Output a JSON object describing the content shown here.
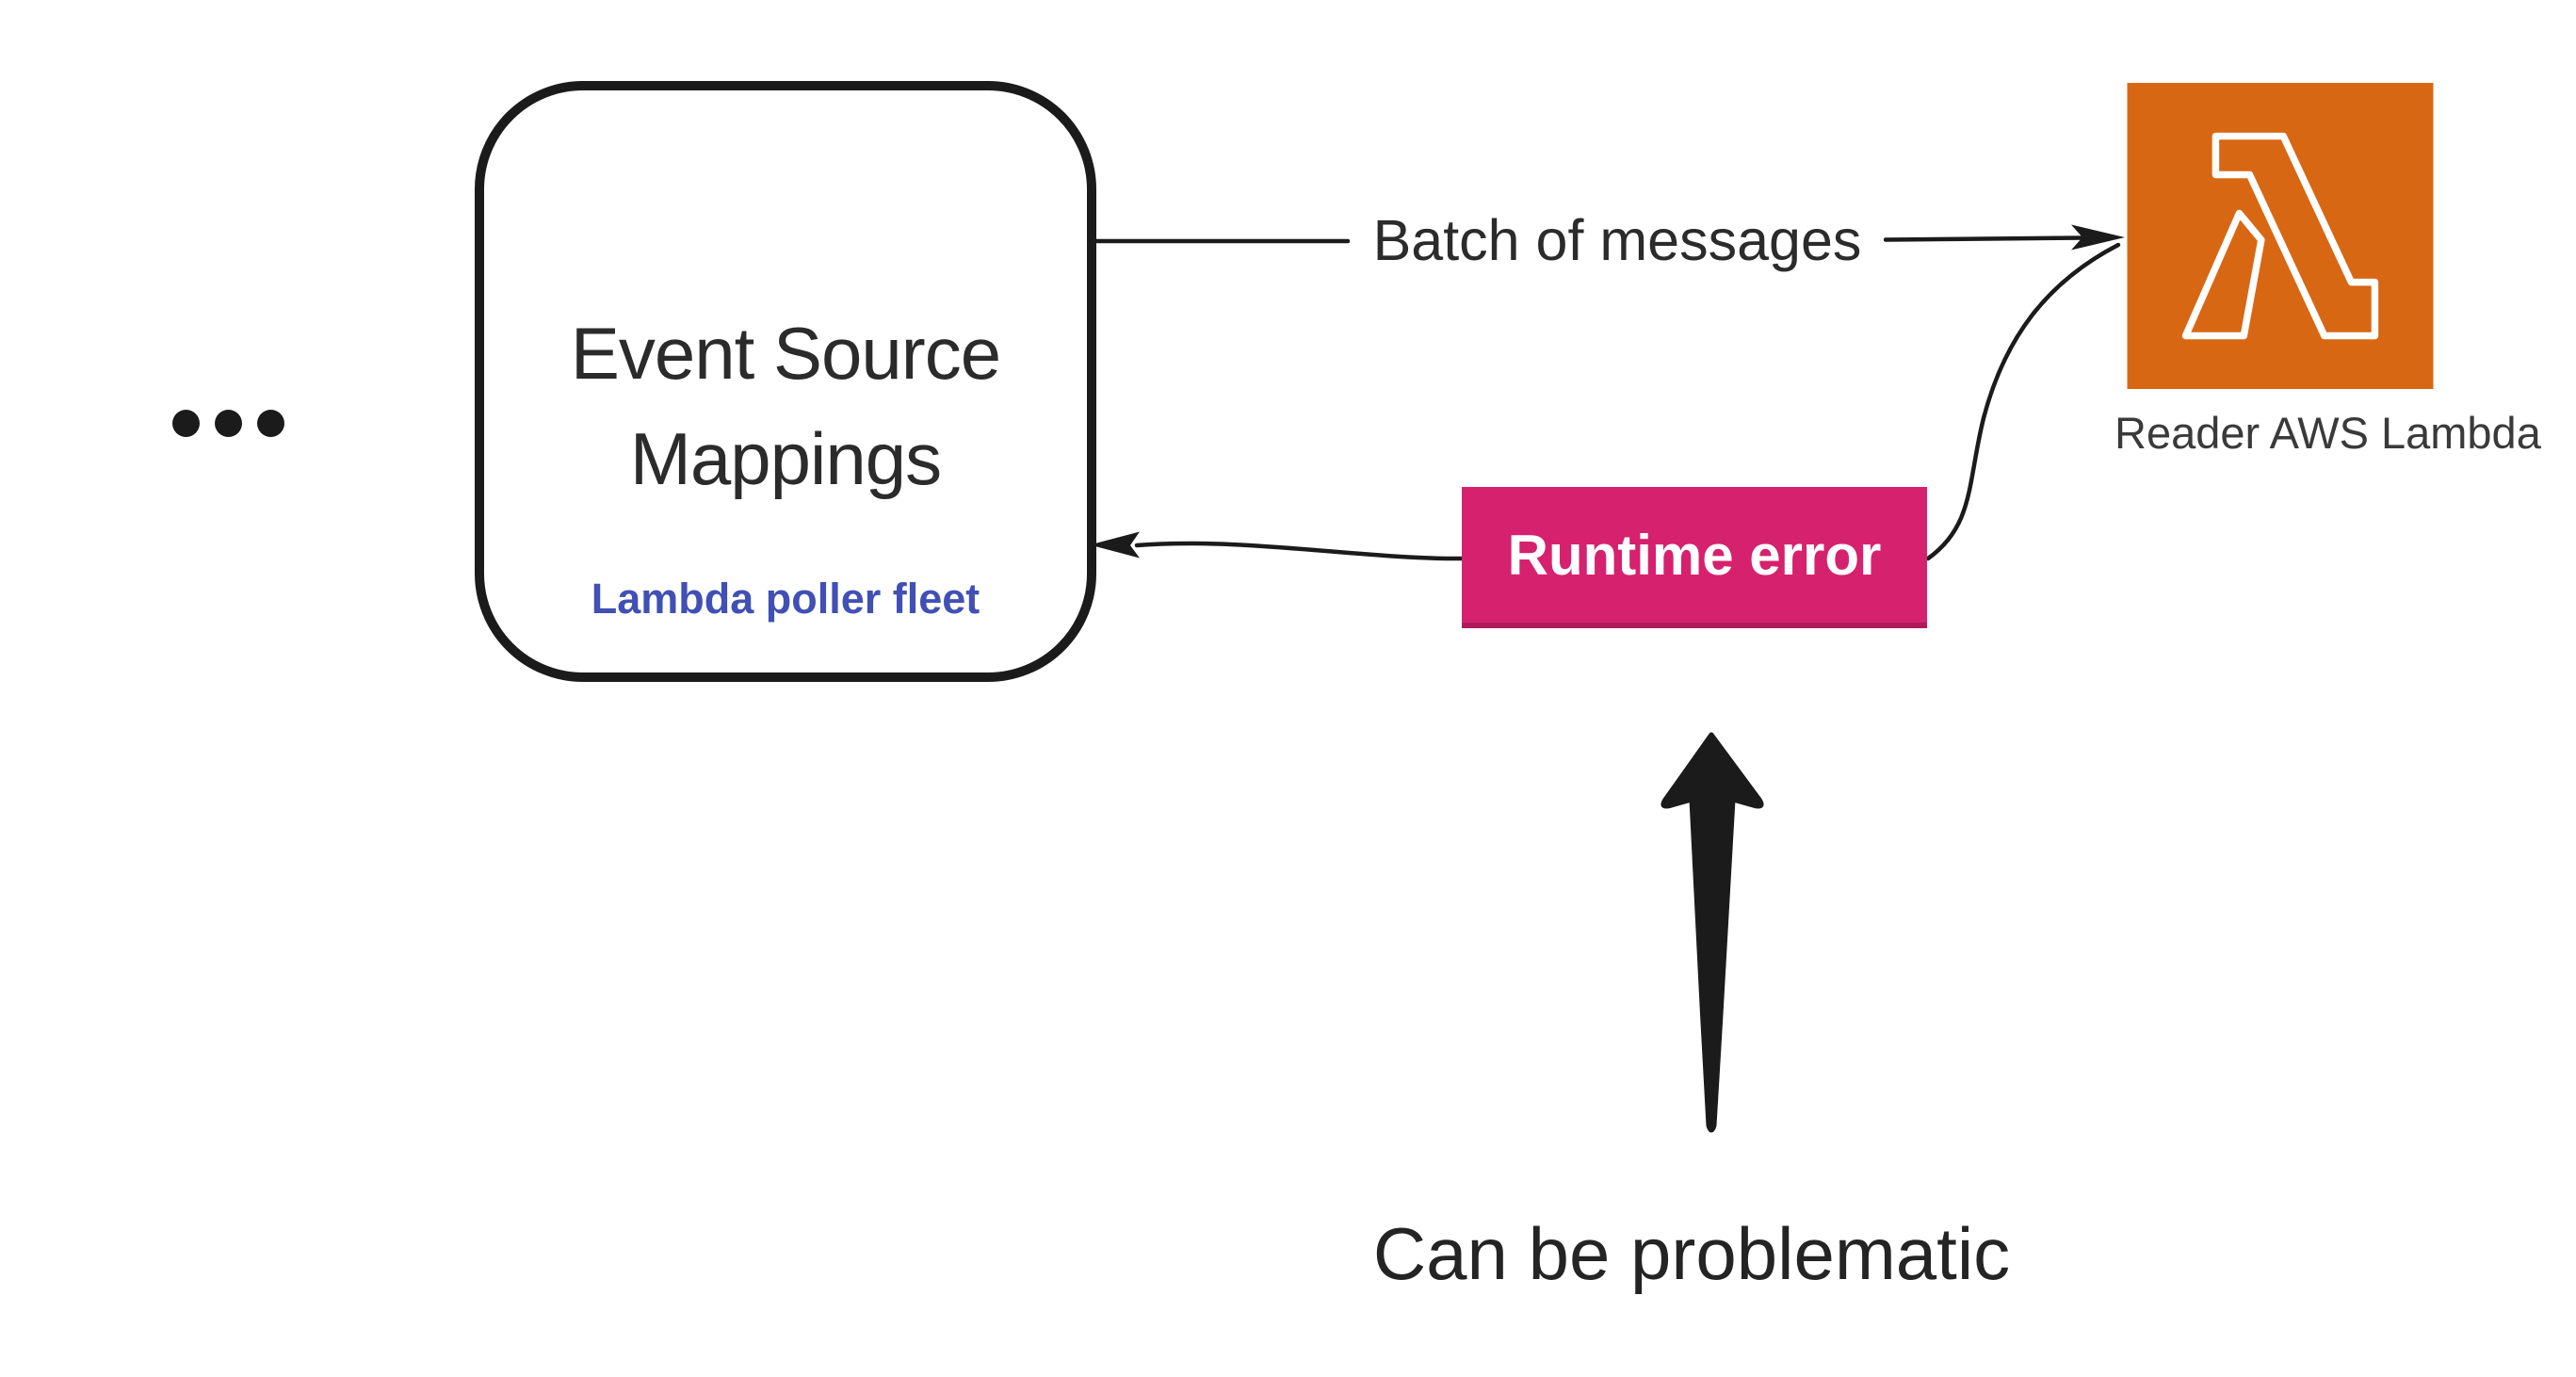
{
  "colors": {
    "ink": "#1b1b1b",
    "pink": "#d6216e",
    "orange": "#d86713",
    "indigo": "#4150b5",
    "title-ink": "#2b2b2b",
    "muted-ink": "#3a3a3a",
    "note-ink": "#242424"
  },
  "ellipsis": {
    "icon": "ellipsis-icon",
    "dot_count": 3
  },
  "esm": {
    "title": "Event Source Mappings",
    "subtitle": "Lambda poller fleet"
  },
  "edges": {
    "batch_label": "Batch of messages"
  },
  "lambda": {
    "icon": "aws-lambda-icon",
    "caption": "Reader AWS Lambda"
  },
  "runtime": {
    "label": "Runtime error"
  },
  "note": {
    "label": "Can be problematic"
  }
}
